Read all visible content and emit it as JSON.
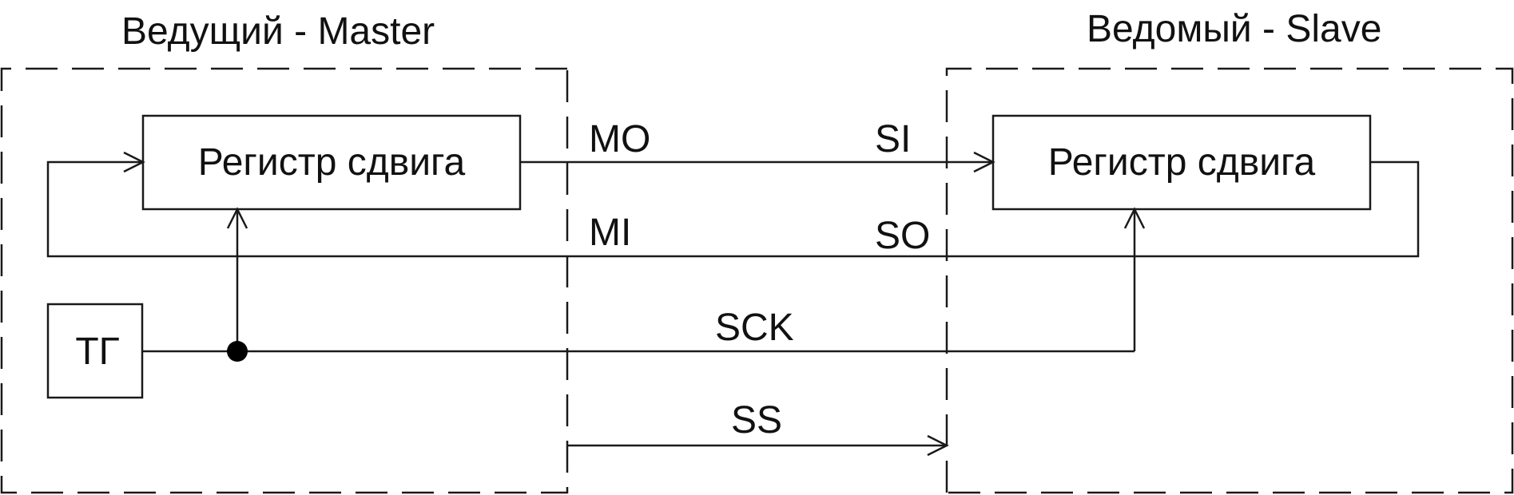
{
  "master": {
    "title": "Ведущий - Master",
    "shift_register": "Регистр сдвига",
    "clock_generator": "ТГ"
  },
  "slave": {
    "title": "Ведомый - Slave",
    "shift_register": "Регистр сдвига"
  },
  "signals": {
    "mo": "MO",
    "mi": "MI",
    "si": "SI",
    "so": "SO",
    "sck": "SCK",
    "ss": "SS"
  }
}
